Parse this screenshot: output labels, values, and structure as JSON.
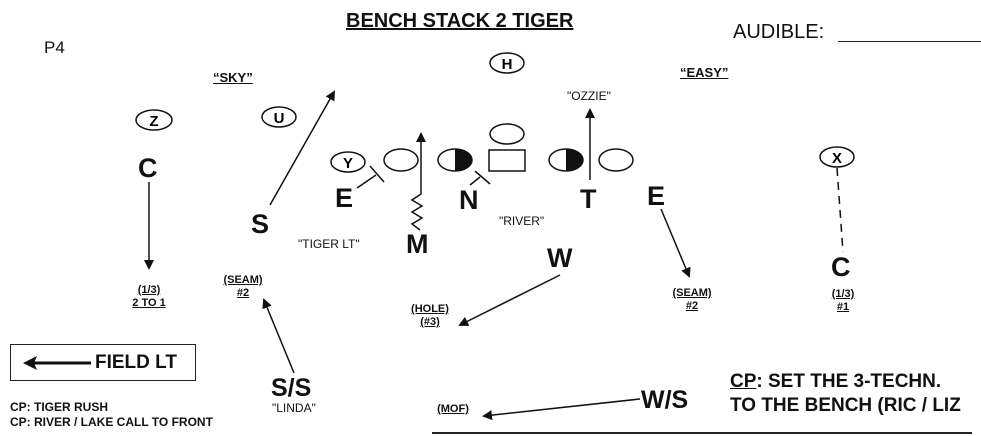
{
  "title": "BENCH STACK 2 TIGER",
  "page_label": "P4",
  "audible_label": "AUDIBLE:",
  "calls": {
    "sky": "“SKY”",
    "easy": "“EASY”",
    "ozzie": "\"OZZIE\"",
    "river": "\"RIVER\"",
    "tiger_lt": "\"TIGER LT\"",
    "linda": "\"LINDA\""
  },
  "offense": [
    {
      "id": "Z",
      "label": "Z"
    },
    {
      "id": "U",
      "label": "U"
    },
    {
      "id": "H",
      "label": "H"
    },
    {
      "id": "Y",
      "label": "Y"
    },
    {
      "id": "X",
      "label": "X"
    }
  ],
  "defense": {
    "c_left": "C",
    "s": "S",
    "e_left": "E",
    "m": "M",
    "n": "N",
    "t": "T",
    "e_right": "E",
    "w": "W",
    "c_right": "C",
    "ss": "S/S",
    "ws": "W/S"
  },
  "zones": {
    "c_left": [
      "(1/3)",
      "2 TO 1"
    ],
    "ss": [
      "(SEAM)",
      "#2"
    ],
    "w": [
      "(HOLE)",
      "(#3)"
    ],
    "e_right": [
      "(SEAM)",
      "#2"
    ],
    "c_right": [
      "(1/3)",
      "#1"
    ],
    "ws": [
      "(MOF)"
    ]
  },
  "field_direction": {
    "label": "FIELD LT",
    "icon": "left-arrow-icon"
  },
  "coaching_points_left": [
    "CP: TIGER RUSH",
    "CP: RIVER / LAKE CALL TO FRONT"
  ],
  "coaching_point_right": {
    "prefix": "CP",
    "line1": ": SET THE 3-TECHN.",
    "line2": "TO THE BENCH (RIC / LIZ"
  }
}
